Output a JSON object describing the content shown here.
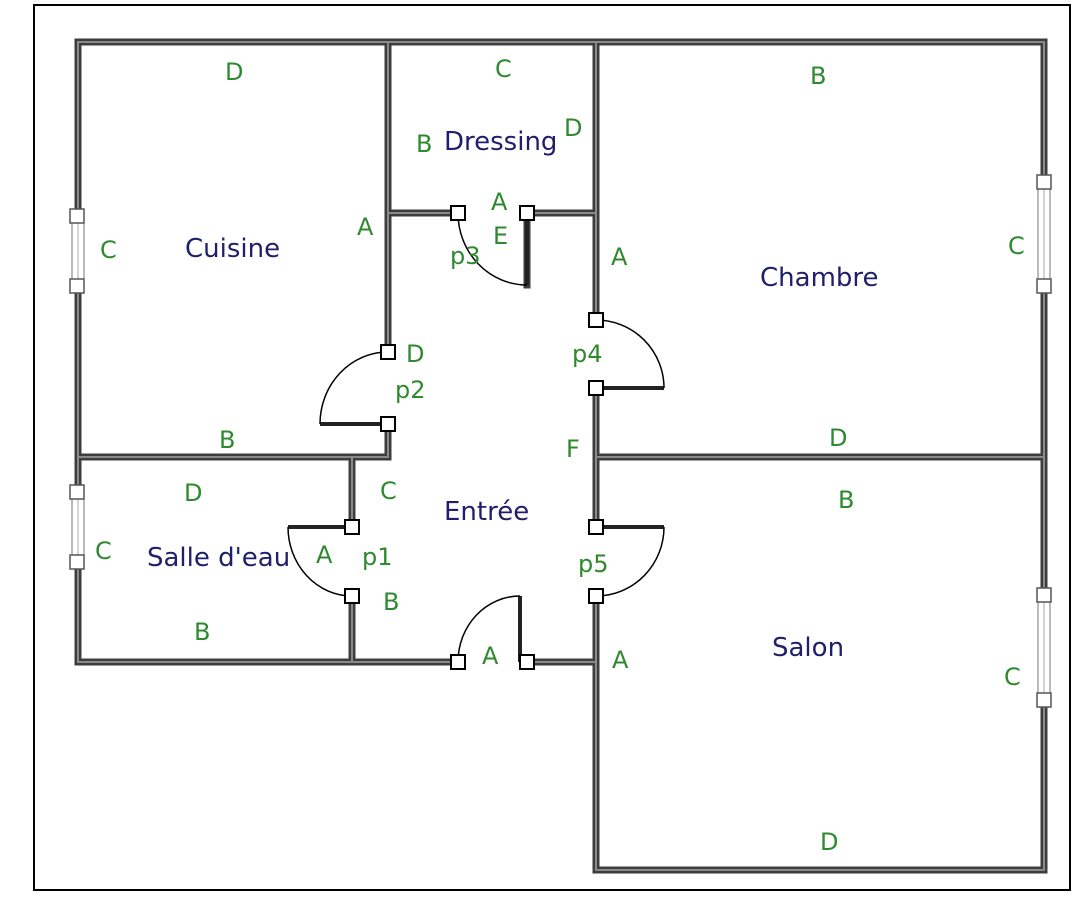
{
  "colors": {
    "wall": "#3d3d3d",
    "wall_core": "#8a8a8a",
    "room_name": "#1f1f6b",
    "wall_label": "#2f8a2f",
    "frame": "#000000",
    "window": "#ffffff"
  },
  "rooms": {
    "cuisine": "Cuisine",
    "dressing": "Dressing",
    "chambre": "Chambre",
    "entree": "Entrée",
    "salle_deau": "Salle d'eau",
    "salon": "Salon"
  },
  "doors": {
    "p1": "p1",
    "p2": "p2",
    "p3": "p3",
    "p4": "p4",
    "p5": "p5"
  },
  "wall_labels": {
    "cuisine_top": "D",
    "cuisine_left": "C",
    "cuisine_right": "A",
    "cuisine_bottom": "B",
    "dressing_top": "C",
    "dressing_left": "B",
    "dressing_right": "D",
    "dressing_bottom": "A",
    "chambre_top": "B",
    "chambre_left": "A",
    "chambre_right": "C",
    "chambre_bottom": "D",
    "entree_top": "E",
    "entree_left_top": "D",
    "entree_left_bottom": "C",
    "entree_right": "F",
    "entree_bottom_right": "A",
    "entree_bottom": "A",
    "entree_left_low": "B",
    "sdeau_top": "D",
    "sdeau_left": "C",
    "sdeau_right": "A",
    "sdeau_bottom": "B",
    "salon_top": "B",
    "salon_right": "C",
    "salon_bottom": "D"
  }
}
